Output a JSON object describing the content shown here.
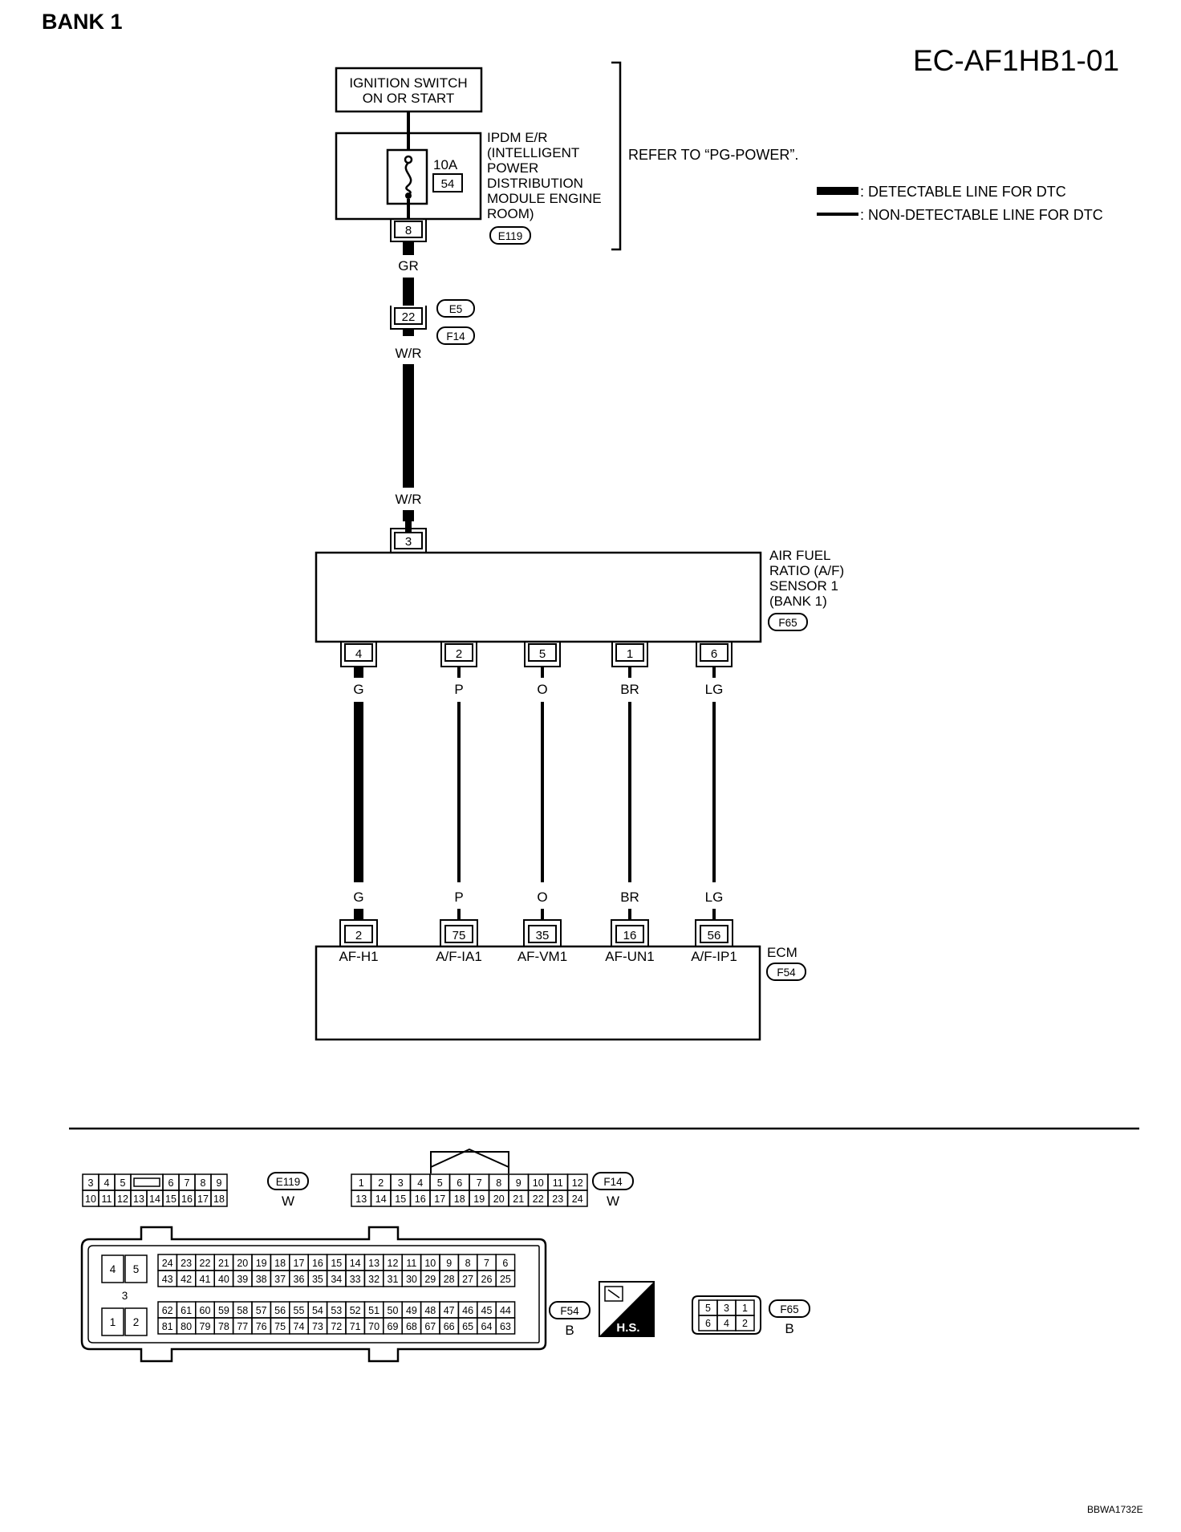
{
  "page": {
    "section_title": "BANK 1",
    "diagram_code": "EC-AF1HB1-01",
    "image_code": "BBWA1732E"
  },
  "legend": {
    "detectable": ": DETECTABLE LINE FOR DTC",
    "non_detectable": ": NON-DETECTABLE LINE FOR DTC"
  },
  "ignition": {
    "line1": "IGNITION SWITCH",
    "line2": "ON OR START"
  },
  "ipdm": {
    "lines": [
      "IPDM E/R",
      "(INTELLIGENT",
      "POWER",
      "DISTRIBUTION",
      "MODULE ENGINE",
      "ROOM)"
    ],
    "fuse_rating": "10A",
    "fuse_number": "54",
    "terminal": "8",
    "connector": "E119",
    "refer": "REFER TO “PG-POWER”."
  },
  "wires": {
    "ipdm_out": "GR",
    "joint_terminal": "22",
    "joint_connector_1": "E5",
    "joint_connector_2": "F14",
    "joint_out": "W/R",
    "sensor_in": "W/R"
  },
  "sensor": {
    "lines": [
      "AIR FUEL",
      "RATIO (A/F)",
      "SENSOR 1",
      "(BANK 1)"
    ],
    "connector": "F65",
    "supply_terminal": "3"
  },
  "signal_wires": [
    {
      "sensor_terminal": "4",
      "color": "G",
      "ecm_terminal": "2",
      "ecm_label": "AF-H1",
      "detectable": true
    },
    {
      "sensor_terminal": "2",
      "color": "P",
      "ecm_terminal": "75",
      "ecm_label": "A/F-IA1",
      "detectable": false
    },
    {
      "sensor_terminal": "5",
      "color": "O",
      "ecm_terminal": "35",
      "ecm_label": "AF-VM1",
      "detectable": false
    },
    {
      "sensor_terminal": "1",
      "color": "BR",
      "ecm_terminal": "16",
      "ecm_label": "AF-UN1",
      "detectable": false
    },
    {
      "sensor_terminal": "6",
      "color": "LG",
      "ecm_terminal": "56",
      "ecm_label": "A/F-IP1",
      "detectable": false
    }
  ],
  "ecm": {
    "label": "ECM",
    "connector": "F54"
  },
  "connector_views": {
    "e119": {
      "id": "E119",
      "color": "W",
      "top": [
        "3",
        "4",
        "5",
        "",
        "6",
        "7",
        "8",
        "9"
      ],
      "bottom": [
        "10",
        "11",
        "12",
        "13",
        "14",
        "15",
        "16",
        "17",
        "18"
      ]
    },
    "f14": {
      "id": "F14",
      "color": "W",
      "top": [
        "1",
        "2",
        "3",
        "4",
        "5",
        "6",
        "7",
        "8",
        "9",
        "10",
        "11",
        "12"
      ],
      "bottom": [
        "13",
        "14",
        "15",
        "16",
        "17",
        "18",
        "19",
        "20",
        "21",
        "22",
        "23",
        "24"
      ]
    },
    "f54": {
      "id": "F54",
      "color": "B",
      "left_block": [
        "4",
        "5",
        "3",
        "1",
        "2"
      ],
      "row1": [
        "24",
        "23",
        "22",
        "21",
        "20",
        "19",
        "18",
        "17",
        "16",
        "15",
        "14",
        "13",
        "12",
        "11",
        "10",
        "9",
        "8",
        "7",
        "6"
      ],
      "row2": [
        "43",
        "42",
        "41",
        "40",
        "39",
        "38",
        "37",
        "36",
        "35",
        "34",
        "33",
        "32",
        "31",
        "30",
        "29",
        "28",
        "27",
        "26",
        "25"
      ],
      "row3": [
        "62",
        "61",
        "60",
        "59",
        "58",
        "57",
        "56",
        "55",
        "54",
        "53",
        "52",
        "51",
        "50",
        "49",
        "48",
        "47",
        "46",
        "45",
        "44"
      ],
      "row4": [
        "81",
        "80",
        "79",
        "78",
        "77",
        "76",
        "75",
        "74",
        "73",
        "72",
        "71",
        "70",
        "69",
        "68",
        "67",
        "66",
        "65",
        "64",
        "63"
      ]
    },
    "hs_label": "H.S.",
    "f65": {
      "id": "F65",
      "color": "B",
      "top": [
        "5",
        "3",
        "1"
      ],
      "bottom": [
        "6",
        "4",
        "2"
      ]
    }
  }
}
